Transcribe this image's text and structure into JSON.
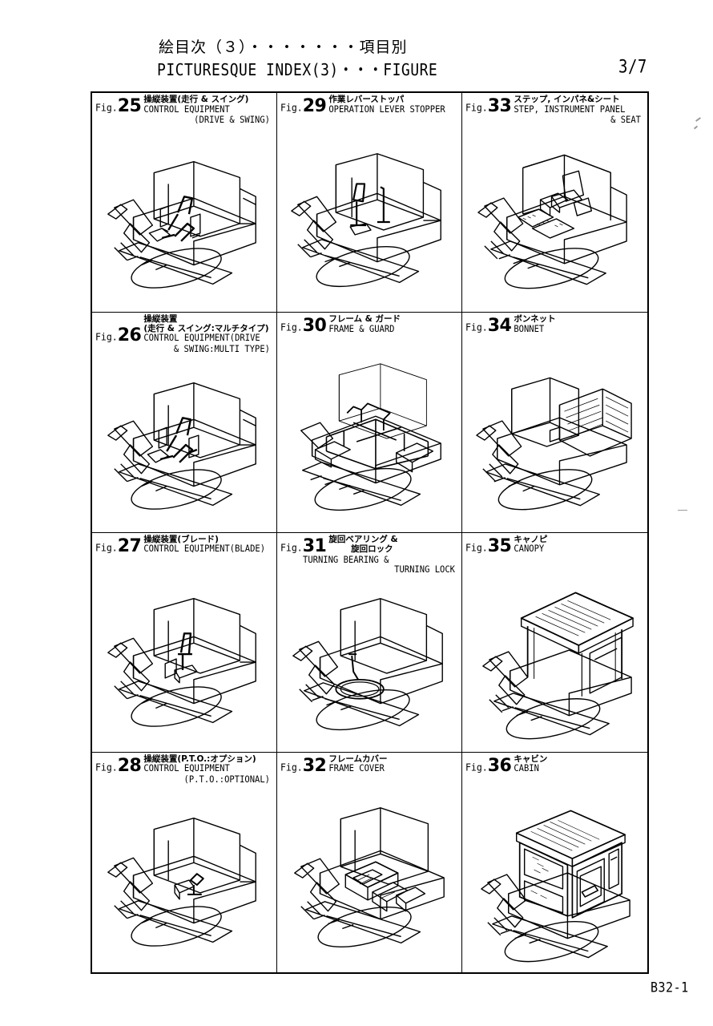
{
  "header": {
    "title_jp": "絵目次（３）・・・・・・・項目別",
    "title_en": "PICTURESQUE INDEX(3)・・・FIGURE",
    "page_number": "3/7"
  },
  "footer": {
    "code": "B32-1"
  },
  "figures": [
    {
      "fig_prefix": "Fig.",
      "number": "25",
      "title_jp": "操縦装置(走行 & スイング)",
      "title_en": "CONTROL EQUIPMENT",
      "title_en_extra": "(DRIVE & SWING)",
      "illustration": "excavator-control-equipment-drive-swing"
    },
    {
      "fig_prefix": "Fig.",
      "number": "29",
      "title_jp": "作業レバーストッパ",
      "title_en": "OPERATION LEVER STOPPER",
      "title_en_extra": "",
      "illustration": "excavator-operation-lever-stopper"
    },
    {
      "fig_prefix": "Fig.",
      "number": "33",
      "title_jp": "ステップ, インパネ&シート",
      "title_en": "STEP, INSTRUMENT PANEL",
      "title_en_extra": "& SEAT",
      "illustration": "excavator-step-instrument-panel-seat"
    },
    {
      "fig_prefix": "Fig.",
      "number": "26",
      "title_jp": "操縦装置",
      "title_jp_extra": "(走行 & スイング:マルチタイプ)",
      "title_en": "CONTROL EQUIPMENT(DRIVE",
      "title_en_extra": "& SWING:MULTI TYPE)",
      "illustration": "excavator-control-equipment-multi-type"
    },
    {
      "fig_prefix": "Fig.",
      "number": "30",
      "title_jp": "フレーム & ガード",
      "title_en": "FRAME & GUARD",
      "title_en_extra": "",
      "illustration": "excavator-frame-and-guard"
    },
    {
      "fig_prefix": "Fig.",
      "number": "34",
      "title_jp": "ボンネット",
      "title_en": "BONNET",
      "title_en_extra": "",
      "illustration": "excavator-bonnet"
    },
    {
      "fig_prefix": "Fig.",
      "number": "27",
      "title_jp": "操縦装置(ブレード)",
      "title_en": "CONTROL EQUIPMENT(BLADE)",
      "title_en_extra": "",
      "illustration": "excavator-control-equipment-blade"
    },
    {
      "fig_prefix": "Fig.",
      "number": "31",
      "title_jp": "旋回ベアリング &",
      "title_jp_extra": "旋回ロック",
      "title_en": "TURNING BEARING &",
      "title_en_extra": "TURNING LOCK",
      "illustration": "excavator-turning-bearing-and-lock"
    },
    {
      "fig_prefix": "Fig.",
      "number": "35",
      "title_jp": "キャノピ",
      "title_en": "CANOPY",
      "title_en_extra": "",
      "illustration": "excavator-canopy"
    },
    {
      "fig_prefix": "Fig.",
      "number": "28",
      "title_jp": "操縦装置(P.T.O.:オプション)",
      "title_en": "CONTROL EQUIPMENT",
      "title_en_extra": "(P.T.O.:OPTIONAL)",
      "illustration": "excavator-control-equipment-pto"
    },
    {
      "fig_prefix": "Fig.",
      "number": "32",
      "title_jp": "フレームカバー",
      "title_en": "FRAME COVER",
      "title_en_extra": "",
      "illustration": "excavator-frame-cover"
    },
    {
      "fig_prefix": "Fig.",
      "number": "36",
      "title_jp": "キャビン",
      "title_en": "CABIN",
      "title_en_extra": "",
      "illustration": "excavator-cabin"
    }
  ]
}
